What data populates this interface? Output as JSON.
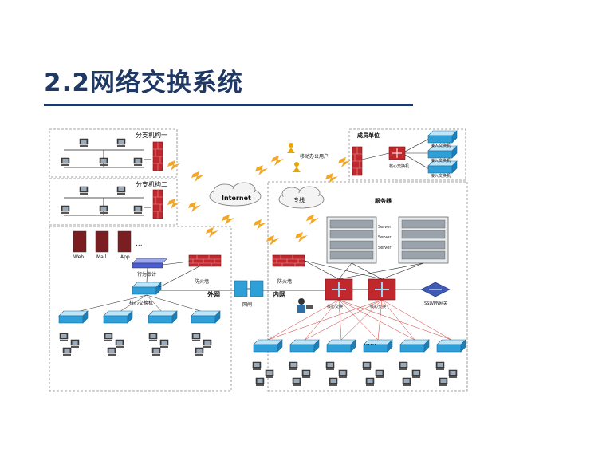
{
  "slide": {
    "title": "2.2网络交换系统"
  },
  "diagram": {
    "branch1_label": "分支机构一",
    "branch2_label": "分支机构二",
    "internet_label": "Internet",
    "mobile_label": "移动办公用户",
    "dedicated_label": "专线",
    "member_label": "成员单位",
    "member_core_label": "核心交换机",
    "access_label": "接入交换机",
    "server_area_label": "服务器",
    "server_label": "Server",
    "web_label": "Web",
    "mail_label": "Mail",
    "app_label": "App",
    "audit_label": "行为审计",
    "firewall_label": "防火墙",
    "outer_core_label": "核心交换机",
    "outer_net_label": "外网",
    "gap_label": "网闸",
    "inner_net_label": "内网",
    "inner_core_label": "核心交换",
    "vpn_label": "SSLVPN网关",
    "ellipsis": "……"
  },
  "colors": {
    "title": "#1f3864",
    "firewall": "#c0282d",
    "switch": "#2f9fd8",
    "lightning": "#f5a623"
  }
}
